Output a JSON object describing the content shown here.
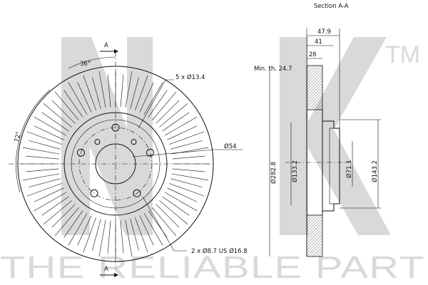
{
  "watermark": {
    "brand": "NK",
    "trademark": "TM",
    "tagline": "THE RELIABLE PART"
  },
  "section_title": "Section A-A",
  "section_marks": {
    "top": "A",
    "bottom": "A"
  },
  "front_view": {
    "angle_top": "36°",
    "angle_left": "72°",
    "bolt_holes": "5 x Ø13.4",
    "center_bore": "Ø54",
    "threaded_holes": "2 x Ø8.7 US Ø16.8"
  },
  "section_view": {
    "min_thickness": "Min. th. 24.7",
    "width_overall": "47.9",
    "width_mid": "41",
    "width_disc": "26",
    "dia_disc": "Ø282.8",
    "dia_bolt_circle": "Ø133.2",
    "dia_hub": "Ø71.1",
    "dia_hat": "Ø143.2"
  },
  "colors": {
    "line": "#111111",
    "watermark": "#d9d9d9",
    "background": "#ffffff"
  }
}
